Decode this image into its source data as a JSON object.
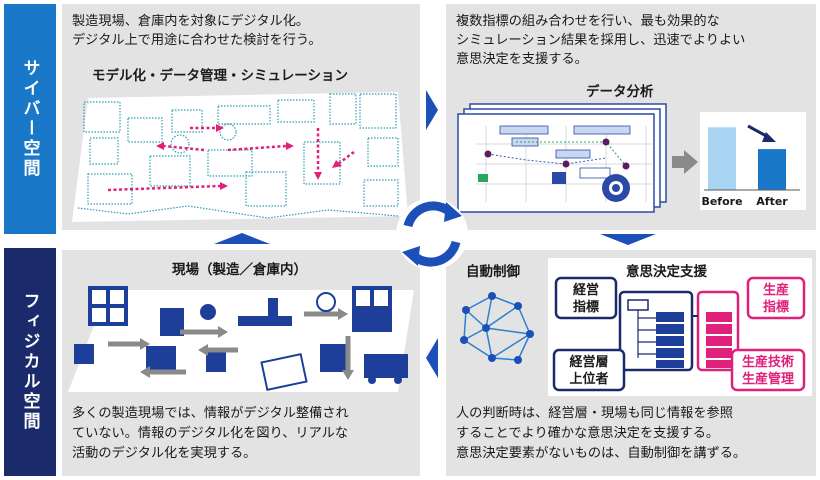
{
  "side": {
    "cyber": "サイバー空間",
    "physical": "フィジカル空間"
  },
  "cyber_left": {
    "desc_line1": "製造現場、倉庫内を対象にデジタル化。",
    "desc_line2": "デジタル上で用途に合わせた検討を行う。",
    "title": "モデル化・データ管理・シミュレーション"
  },
  "cyber_right": {
    "desc_line1": "複数指標の組み合わせを行い、最も効果的な",
    "desc_line2": "シミュレーション結果を採用し、迅速でよりよい",
    "desc_line3": "意思決定を支援する。",
    "title": "データ分析",
    "before": "Before",
    "after": "After",
    "before_value": 0.95,
    "after_value": 0.62
  },
  "phys_left": {
    "title": "現場（製造／倉庫内）",
    "desc_line1": "多くの製造現場では、情報がデジタル整備され",
    "desc_line2": "ていない。情報のデジタル化を図り、リアルな",
    "desc_line3": "活動のデジタル化を実現する。"
  },
  "phys_right": {
    "auto_title": "自動制御",
    "decision_title": "意思決定支援",
    "mgmt_index": [
      "経営",
      "指標"
    ],
    "prod_index": [
      "生産",
      "指標"
    ],
    "mgmt_upper": [
      "経営層",
      "上位者"
    ],
    "prod_tech": [
      "生産技術",
      "生産管理"
    ],
    "desc_line1": "人の判断時は、経営層・現場も同じ情報を参照",
    "desc_line2": "することでより確かな意思決定を支援する。",
    "desc_line3": "意思決定要素がないものは、自動制御を講ずる。"
  },
  "colors": {
    "cyber": "#1a78c8",
    "physical": "#1b2a6b",
    "panel": "#e3e3e3",
    "magenta": "#e0207a",
    "arrow": "#1d4fb8"
  }
}
